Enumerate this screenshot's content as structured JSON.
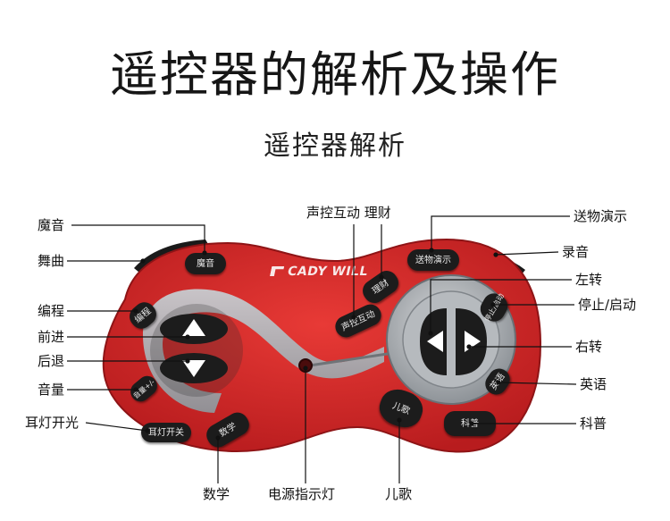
{
  "header": {
    "title": "遥控器的解析及操作",
    "subtitle": "遥控器解析"
  },
  "remote": {
    "brand": "CADY WILL",
    "buttons": {
      "magic_sound": "魔音",
      "send_demo": "送物演示",
      "finance": "理财",
      "voice_control": "声控互动",
      "coding": "编程",
      "stop_start": "停止/启动",
      "english": "英语",
      "volume": "音量+/-",
      "ear_light": "耳灯开关",
      "math": "数学",
      "nursery": "儿歌",
      "science": "科普"
    },
    "icons": [
      "up-arrow-icon",
      "down-arrow-icon",
      "left-arrow-icon",
      "right-arrow-icon",
      "power-indicator-light-icon"
    ],
    "colors": {
      "body": "#d42a2a",
      "panel": "#9aa0a6",
      "button": "#1c1c1c"
    }
  },
  "labels": {
    "magic_sound": "魔音",
    "dance_music": "舞曲",
    "coding": "编程",
    "forward": "前进",
    "backward": "后退",
    "volume": "音量",
    "ear_light": "耳灯开光",
    "math": "数学",
    "power_light": "电源指示灯",
    "nursery": "儿歌",
    "voice_finance": "声控互动  理财",
    "send_demo": "送物演示",
    "record": "录音",
    "turn_left": "左转",
    "stop_start": "停止/启动",
    "turn_right": "右转",
    "english": "英语",
    "science": "科普"
  }
}
